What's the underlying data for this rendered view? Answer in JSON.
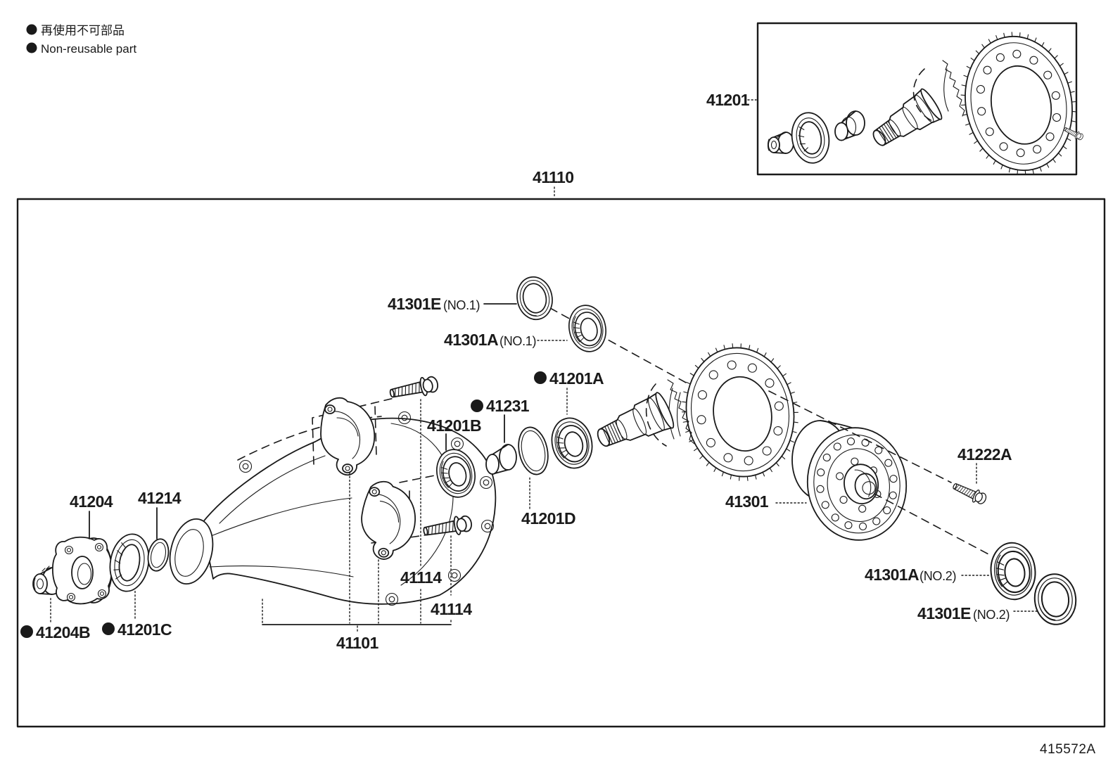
{
  "colors": {
    "ink": "#1a1a1a",
    "background": "#ffffff"
  },
  "legend": {
    "jp": "再使用不可部品",
    "en": "Non-reusable part"
  },
  "inset": {
    "part": "41201"
  },
  "assembly": {
    "part": "41110"
  },
  "drawing_number": "415572A",
  "parts": {
    "p41301E_no1": {
      "num": "41301E",
      "ref": "(NO.1)"
    },
    "p41301A_no1": {
      "num": "41301A",
      "ref": "(NO.1)"
    },
    "p41201A": {
      "num": "41201A",
      "non_reusable": true
    },
    "p41231": {
      "num": "41231",
      "non_reusable": true
    },
    "p41201B": {
      "num": "41201B"
    },
    "p41201D": {
      "num": "41201D"
    },
    "p41301": {
      "num": "41301"
    },
    "p41222A": {
      "num": "41222A"
    },
    "p41301A_no2": {
      "num": "41301A",
      "ref": "(NO.2)"
    },
    "p41301E_no2": {
      "num": "41301E",
      "ref": "(NO.2)"
    },
    "p41204": {
      "num": "41204"
    },
    "p41214": {
      "num": "41214"
    },
    "p41204B": {
      "num": "41204B",
      "non_reusable": true
    },
    "p41201C": {
      "num": "41201C",
      "non_reusable": true
    },
    "p41114_1": {
      "num": "41114"
    },
    "p41114_2": {
      "num": "41114"
    },
    "p41101": {
      "num": "41101"
    }
  }
}
